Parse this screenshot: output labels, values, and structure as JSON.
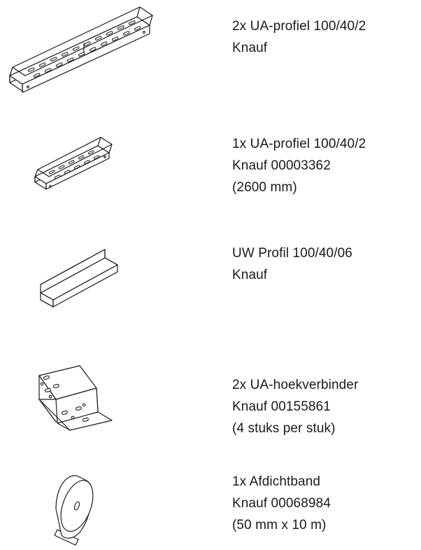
{
  "items": [
    {
      "icon": "ua-profile-long-icon",
      "lines": [
        "2x UA-profiel 100/40/2",
        "Knauf"
      ]
    },
    {
      "icon": "ua-profile-short-icon",
      "lines": [
        "1x UA-profiel 100/40/2",
        "Knauf 00003362",
        "(2600 mm)"
      ]
    },
    {
      "icon": "uw-profile-icon",
      "lines": [
        "UW Profil 100/40/06",
        "Knauf"
      ]
    },
    {
      "icon": "corner-connector-icon",
      "lines": [
        "2x UA-hoekverbinder",
        "Knauf 00155861",
        "(4 stuks per stuk)"
      ]
    },
    {
      "icon": "sealing-tape-roll-icon",
      "lines": [
        "1x Afdichtband",
        "Knauf 00068984",
        "(50 mm x 10 m)"
      ]
    }
  ]
}
